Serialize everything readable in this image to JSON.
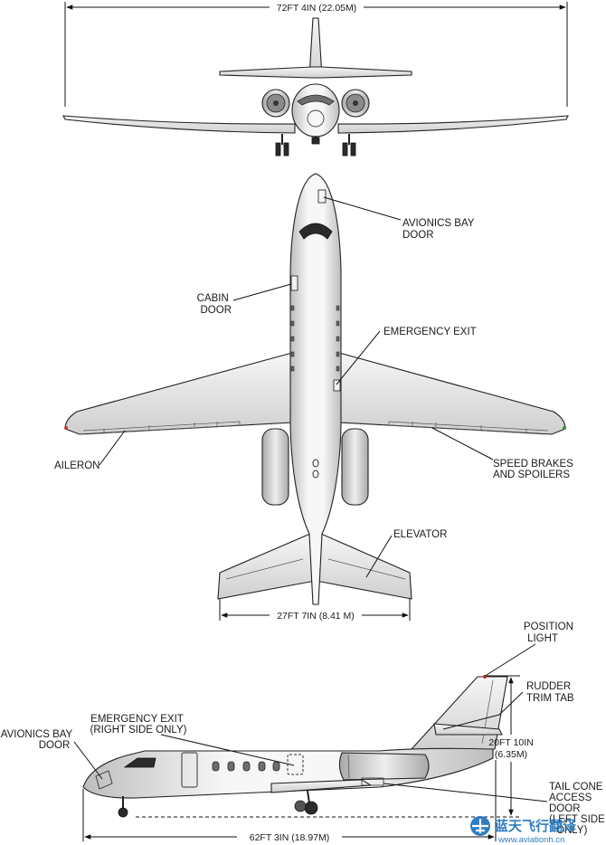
{
  "dimensions": {
    "wingspan": "72FT 4IN (22.05M)",
    "tail_span": "27FT 7IN (8.41 M)",
    "height_ft": "20FT 10IN",
    "height_m": "(6.35M)",
    "length": "62FT 3IN (18.97M)"
  },
  "top_labels": {
    "avionics_bay_door": [
      "AVIONICS BAY",
      "DOOR"
    ],
    "cabin_door": [
      "CABIN",
      "DOOR"
    ],
    "emergency_exit": "EMERGENCY EXIT",
    "aileron": "AILERON",
    "speed_brakes": [
      "SPEED BRAKES",
      "AND SPOILERS"
    ],
    "elevator": "ELEVATOR"
  },
  "side_labels": {
    "position_light": [
      "POSITION",
      "LIGHT"
    ],
    "rudder_trim_tab": [
      "RUDDER",
      "TRIM TAB"
    ],
    "emergency_exit": [
      "EMERGENCY EXIT",
      "(RIGHT SIDE ONLY)"
    ],
    "avionics_bay_door": [
      "AVIONICS BAY",
      "DOOR"
    ],
    "tail_cone": [
      "TAIL CONE",
      "ACCESS",
      "DOOR",
      "(LEFT SIDE",
      "ONLY)"
    ]
  },
  "watermark": {
    "cn": "蓝天飞行翻译",
    "url": "www.aviationh.cn"
  },
  "colors": {
    "line": "#222222",
    "fill_light": "#f4f4f4",
    "fill_shade": "#c9c9c9",
    "watermark": "#1e73be"
  }
}
